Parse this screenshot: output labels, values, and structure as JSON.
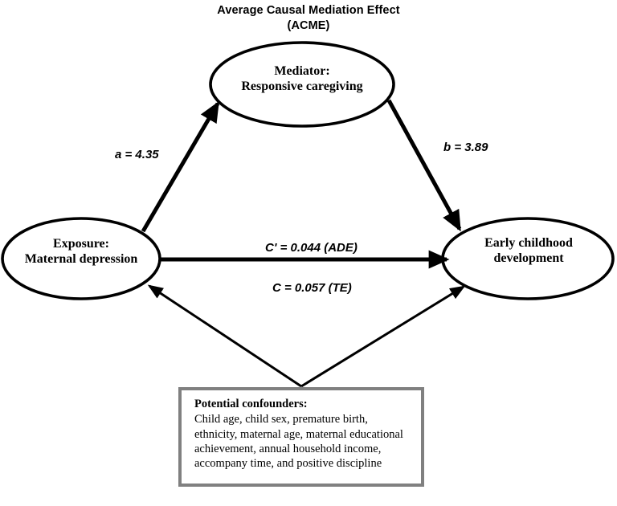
{
  "title": {
    "line1": "Average Causal Mediation Effect",
    "line2": "(ACME)"
  },
  "nodes": {
    "exposure": {
      "line1": "Exposure:",
      "line2": "Maternal depression",
      "shape": "ellipse"
    },
    "mediator": {
      "line1": "Mediator:",
      "line2": "Responsive caregiving",
      "shape": "ellipse"
    },
    "outcome": {
      "line1": "Early childhood",
      "line2": "development",
      "shape": "ellipse"
    }
  },
  "paths": {
    "a": "a = 4.35",
    "b": "b = 3.89",
    "c_prime": "C' = 0.044 (ADE)",
    "c_total": "C = 0.057 (TE)"
  },
  "confounders": {
    "heading": "Potential confounders:",
    "text": "Child age, child sex, premature birth, ethnicity, maternal age, maternal educational achievement, annual household income, accompany time, and positive discipline",
    "items": [
      "Child age",
      "child sex",
      "premature birth",
      "ethnicity",
      "maternal age",
      "maternal educational achievement",
      "annual household income",
      "accompany time",
      "positive discipline"
    ]
  },
  "colors": {
    "stroke": "#000000",
    "box_border": "#808080",
    "background": "#ffffff",
    "text": "#000000"
  }
}
